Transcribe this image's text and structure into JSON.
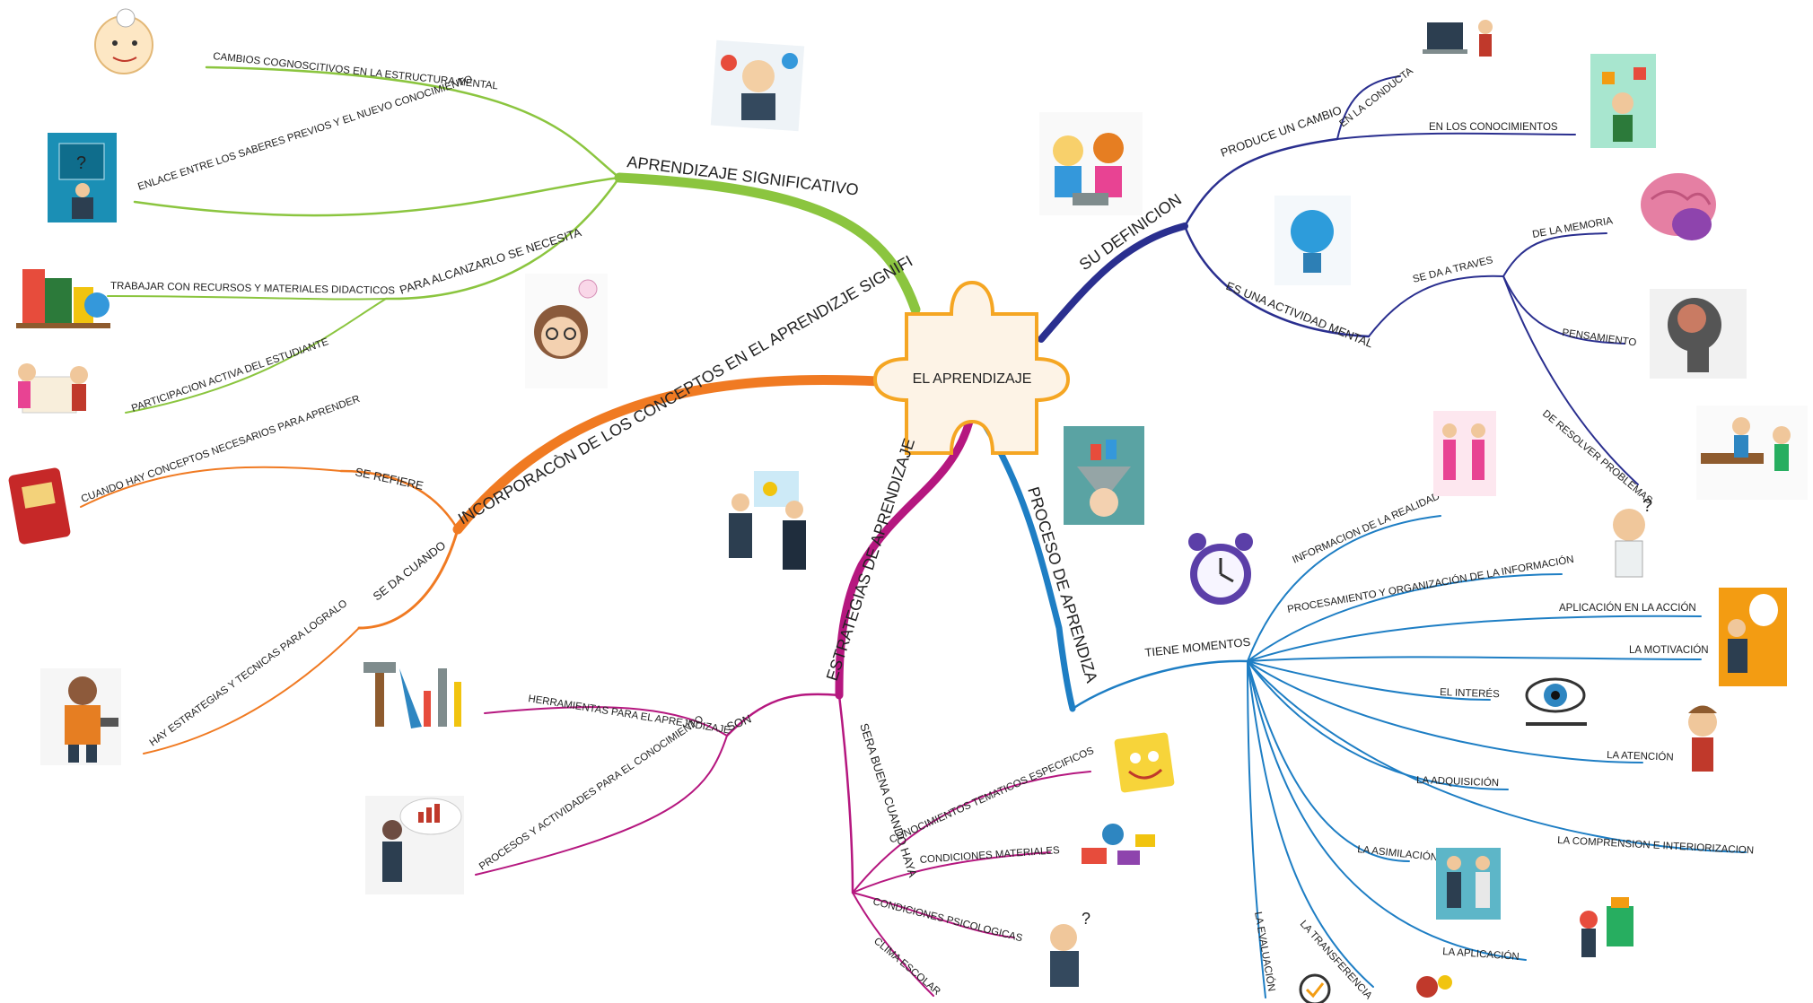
{
  "center": {
    "label": "EL APRENDIZAJE"
  },
  "colors": {
    "green": "#8bc53f",
    "orange": "#f07a22",
    "magenta": "#b5177f",
    "blue": "#1e7ec4",
    "navy": "#2a2f8f",
    "puzzle_fill": "#fdf3e6",
    "puzzle_stroke": "#f5a623"
  },
  "branches": {
    "aprendizaje_significativo": {
      "label": "APRENDIZAJE SIGNIFICATIVO",
      "leaves": [
        "CAMBIOS COGNOSCITIVOS EN LA ESTRUCTURA MENTAL",
        "ENLACE ENTRE LOS SABERES PREVIOS Y EL NUEVO CONOCIMIENTO"
      ],
      "sub": {
        "label": "PARA ALCANZARLO SE NECESITA",
        "leaves": [
          "TRABAJAR CON RECURSOS Y MATERIALES DIDACTICOS",
          "PARTICIPACION ACTIVA DEL ESTUDIANTE"
        ]
      }
    },
    "incorporacion": {
      "label": "INCORPORACÒN DE LOS CONCEPTOS EN EL APRENDIZJE SIGNIFI",
      "se_refiere": {
        "label": "SE REFIERE",
        "leaves": [
          "CUANDO HAY CONCEPTOS NECESARIOS PARA APRENDER"
        ]
      },
      "se_da_cuando": {
        "label": "SE DA CUANDO",
        "leaves": [
          "HAY ESTRATEGIAS Y TECNICAS PARA LOGRALO"
        ]
      }
    },
    "estrategias": {
      "label": "ESTRATEGIAS DE APRENDIZAJE",
      "son": {
        "label": "SON",
        "leaves": [
          "HERRAMIENTAS PARA EL APREJNDIZAJE",
          "PROCESOS Y ACTIVIDADES PARA EL CONOCIMIENTO"
        ]
      },
      "sera_buena": {
        "label": "SERA BUENA CUANDO HAYA",
        "leaves": [
          "CONOCIMIENTOS TEMATICOS ESPECIFICOS",
          "CONDICIONES MATERIALES",
          "CONDICIONES PSICOLOGICAS",
          "CLIMA ESCOLAR"
        ]
      }
    },
    "proceso": {
      "label": "PROCESO DE APRENDIZA",
      "tiene_momentos": {
        "label": "TIENE MOMENTOS",
        "leaves": [
          "INFORMACION DE LA REALIDAD",
          "PROCESAMIENTO Y ORGANIZACIÓN DE LA INFORMACIÓN",
          "APLICACIÓN EN LA ACCIÓN",
          "LA MOTIVACIÓN",
          "EL INTERÉS",
          "LA ATENCIÓN",
          "LA ADQUISICIÓN",
          "LA COMPRENSION E INTERIORIZACION",
          "LA ASIMILACIÓN",
          "LA APLICACIÓN",
          "LA TRANSFERENCIA",
          "LA EVALUACIÓN"
        ]
      }
    },
    "definicion": {
      "label": "SU DEFINICION",
      "produce": {
        "label": "PRODUCE UN CAMBIO",
        "leaves": [
          "EN LA CONDUCTA",
          "EN LOS CONOCIMIENTOS"
        ]
      },
      "actividad": {
        "label": "ES UNA ACTIVIDAD MENTAL",
        "se_da": {
          "label": "SE DA A TRAVES",
          "leaves": [
            "DE LA MEMORIA",
            "PENSAMIENTO",
            "DE RESOLVER PROBLEMAS"
          ]
        }
      }
    }
  }
}
